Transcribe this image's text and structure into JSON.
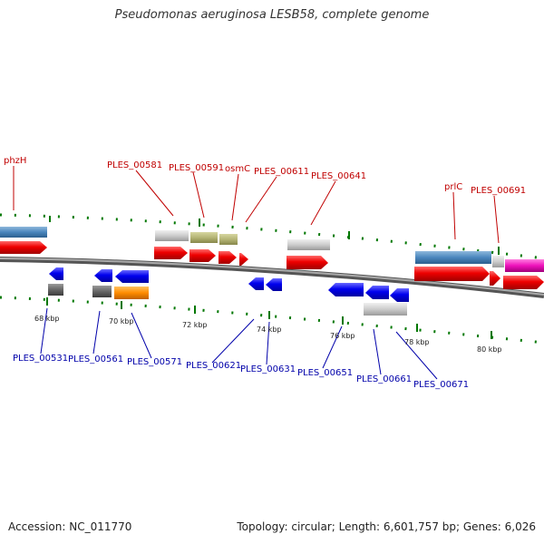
{
  "title": "Pseudomonas aeruginosa LESB58, complete genome",
  "footer": {
    "accession": "Accession: NC_011770",
    "summary": "Topology: circular; Length: 6,601,757 bp; Genes: 6,026"
  },
  "ticks": {
    "k68": "68 kbp",
    "k70": "70 kbp",
    "k72": "72 kbp",
    "k74": "74 kbp",
    "k76": "76 kbp",
    "k78": "78 kbp",
    "k80": "80 kbp"
  },
  "forward_labels": {
    "phzH": "phzH",
    "PLES_00581": "PLES_00581",
    "PLES_00591": "PLES_00591",
    "osmC": "osmC",
    "PLES_00611": "PLES_00611",
    "PLES_00641": "PLES_00641",
    "prlC": "prlC",
    "PLES_00691": "PLES_00691"
  },
  "reverse_labels": {
    "PLES_00531": "PLES_00531",
    "PLES_00561": "PLES_00561",
    "PLES_00571": "PLES_00571",
    "PLES_00621": "PLES_00621",
    "PLES_00631": "PLES_00631",
    "PLES_00651": "PLES_00651",
    "PLES_00661": "PLES_00661",
    "PLES_00671": "PLES_00671"
  },
  "colors": {
    "forward_cds": "#ee0000",
    "reverse_cds": "#0000ee",
    "forward_label": "#c00000",
    "reverse_label": "#0000aa",
    "tick": "#007700",
    "backbone": "#888888"
  }
}
